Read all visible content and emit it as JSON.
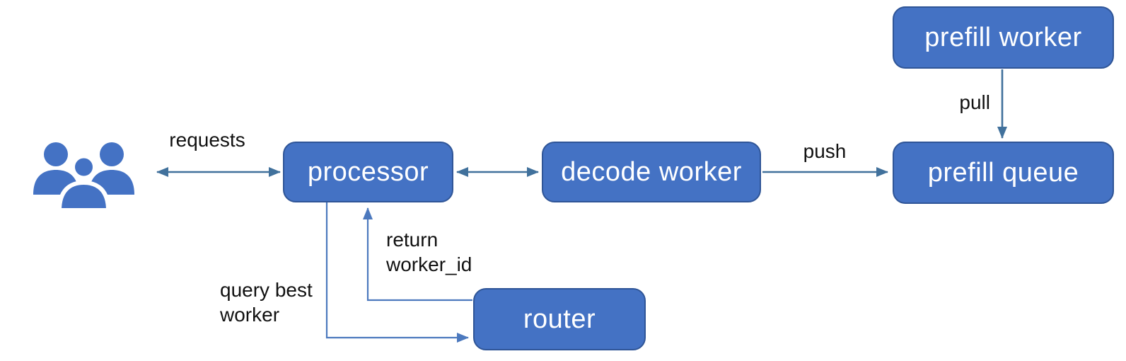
{
  "colors": {
    "background": "#FFFFFF",
    "node_fill": "#4472C4",
    "node_border": "#2F5597",
    "node_text": "#FFFFFF",
    "connector": "#41719C",
    "router_connector": "#4C79BE",
    "label_text": "#111111"
  },
  "nodes": {
    "processor": {
      "label": "processor"
    },
    "decode_worker": {
      "label": "decode worker"
    },
    "prefill_queue": {
      "label": "prefill queue"
    },
    "prefill_worker": {
      "label": "prefill worker"
    },
    "router": {
      "label": "router"
    }
  },
  "icons": {
    "users": "users-group-icon"
  },
  "edges": {
    "requests": {
      "label": "requests",
      "from": "users",
      "to": "processor",
      "direction": "bidirectional"
    },
    "processor_decode": {
      "label": "",
      "from": "processor",
      "to": "decode_worker",
      "direction": "bidirectional"
    },
    "push": {
      "label": "push",
      "from": "decode_worker",
      "to": "prefill_queue",
      "direction": "forward"
    },
    "pull": {
      "label": "pull",
      "from": "prefill_worker",
      "to": "prefill_queue",
      "direction": "forward"
    },
    "query_best_worker": {
      "label": "query best\nworker",
      "from": "processor",
      "to": "router",
      "direction": "forward"
    },
    "return_worker_id": {
      "label": "return\nworker_id",
      "from": "router",
      "to": "processor",
      "direction": "forward"
    }
  }
}
